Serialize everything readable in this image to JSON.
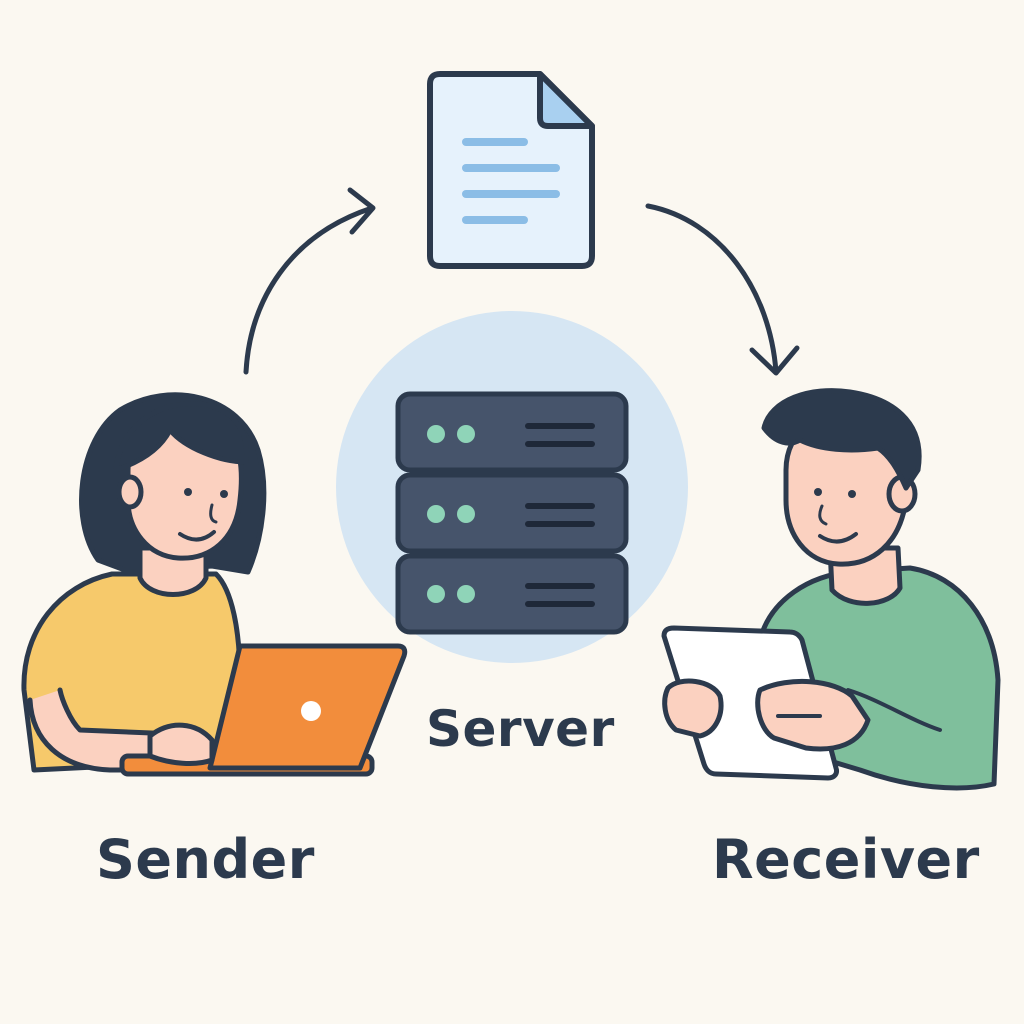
{
  "labels": {
    "server": "Server",
    "sender": "Sender",
    "receiver": "Receiver"
  },
  "icons": {
    "document": "document-icon",
    "server": "server-rack-icon",
    "laptop": "laptop-icon",
    "tablet": "tablet-icon"
  },
  "colors": {
    "background": "#fbf8f1",
    "outline": "#2c3a4d",
    "server_halo": "#d6e6f3",
    "server_body": "#46546b",
    "server_led": "#8fd4b8",
    "document_fill": "#e6f2fc",
    "document_lines": "#8bbde6",
    "sender_shirt": "#f6c96b",
    "laptop": "#f28d3c",
    "receiver_shirt": "#7fbf9c",
    "skin": "#fbd1c0"
  }
}
